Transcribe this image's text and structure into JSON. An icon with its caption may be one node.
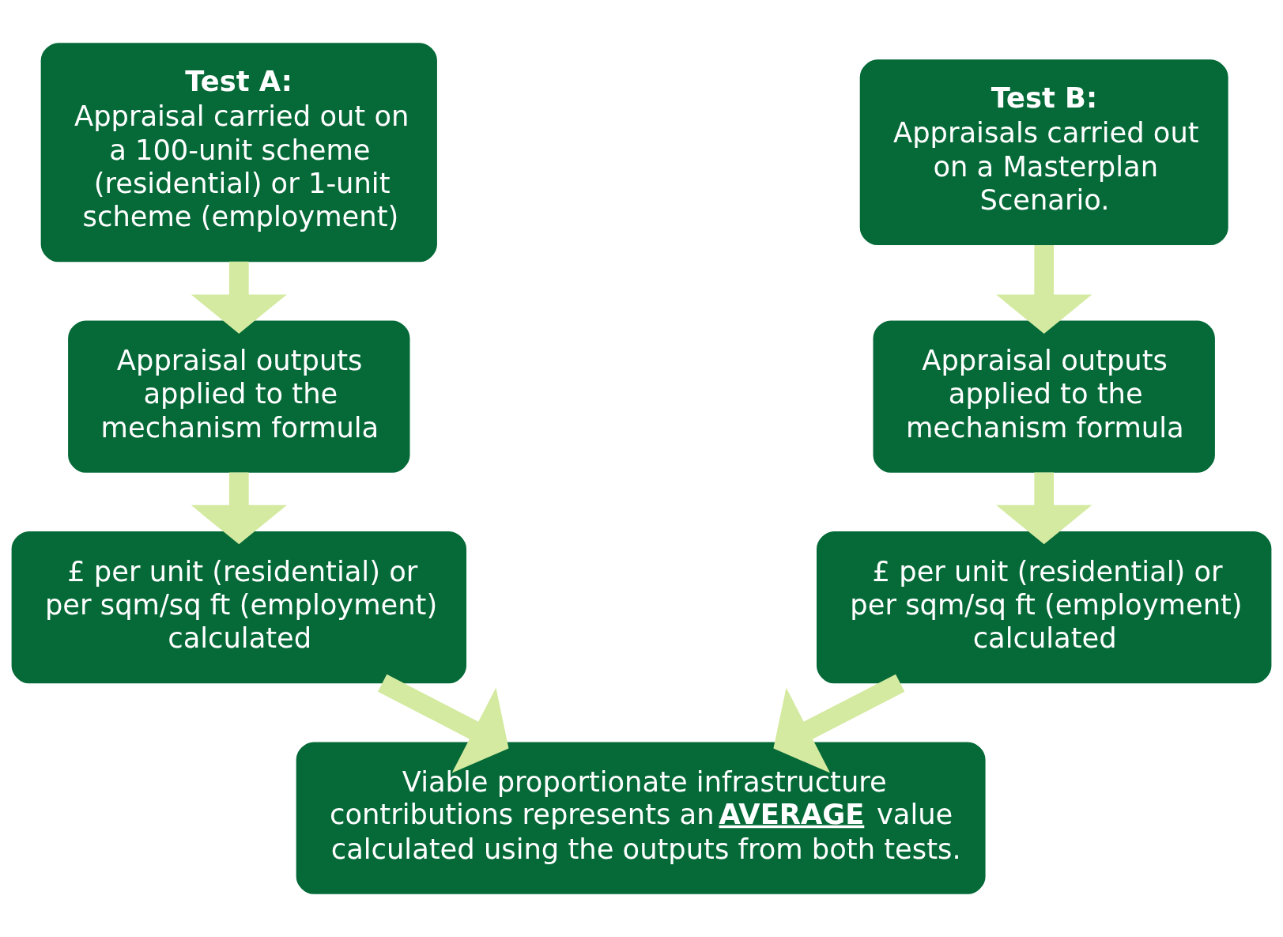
{
  "diagram": {
    "nodes": [
      {
        "text": [
          "Test A:",
          "Appraisal carried out on a 100-unit scheme (residential) or 1-unit scheme (employment)"
        ]
      },
      {
        "text": [
          "Test B:",
          "Appraisals carried out on a Masterplan Scenario."
        ]
      },
      {
        "text": [
          "Appraisal outputs applied to the mechanism formula"
        ]
      },
      {
        "text": [
          "Appraisal outputs applied to the mechanism formula"
        ]
      },
      {
        "text": [
          "£ per unit (residential) or per sqm/sq ft (employment) calculated"
        ]
      },
      {
        "text": [
          "£ per unit (residential) or per sqm/sq ft (employment) calculated"
        ]
      },
      {
        "text": [
          "Viable proportionate infrastructure contributions represents an **AVERAGE** value calculated using the outputs from both tests."
        ]
      }
    ],
    "edges": [
      {
        "from": 0,
        "to": 2,
        "arrow": "to"
      },
      {
        "from": 1,
        "to": 3,
        "arrow": "to"
      },
      {
        "from": 2,
        "to": 4,
        "arrow": "to"
      },
      {
        "from": 3,
        "to": 5,
        "arrow": "to"
      },
      {
        "from": 4,
        "to": 6,
        "arrow": "to"
      },
      {
        "from": 5,
        "to": 6,
        "arrow": "to"
      }
    ]
  }
}
